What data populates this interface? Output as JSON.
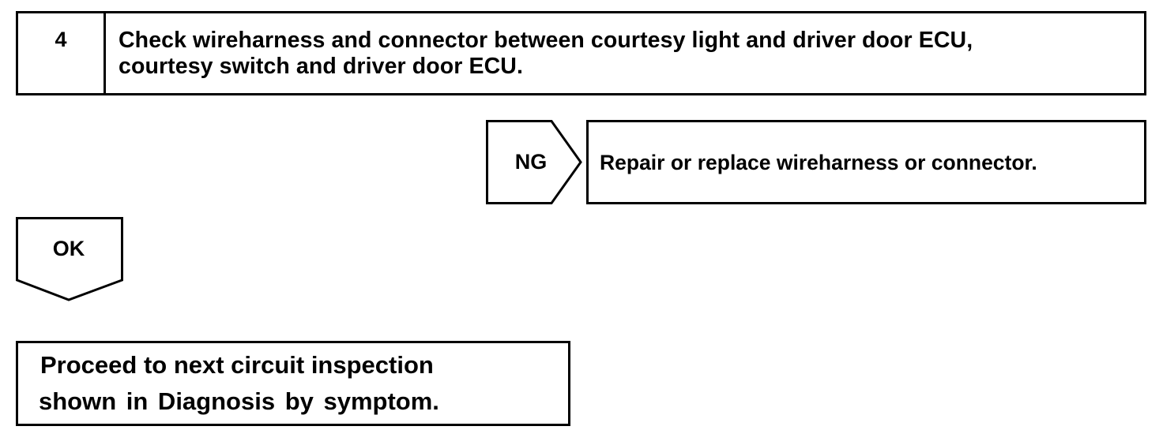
{
  "step": {
    "number": "4",
    "line_1": "Check wireharness and connector between courtesy light and driver door ECU,",
    "line_2": "courtesy switch and driver door ECU."
  },
  "ng_branch": {
    "label": "NG",
    "action": "Repair or replace wireharness or connector."
  },
  "ok_branch": {
    "label": "OK"
  },
  "final": {
    "line_1": "Proceed to next circuit inspection",
    "line_2": "shown in Diagnosis by symptom."
  }
}
